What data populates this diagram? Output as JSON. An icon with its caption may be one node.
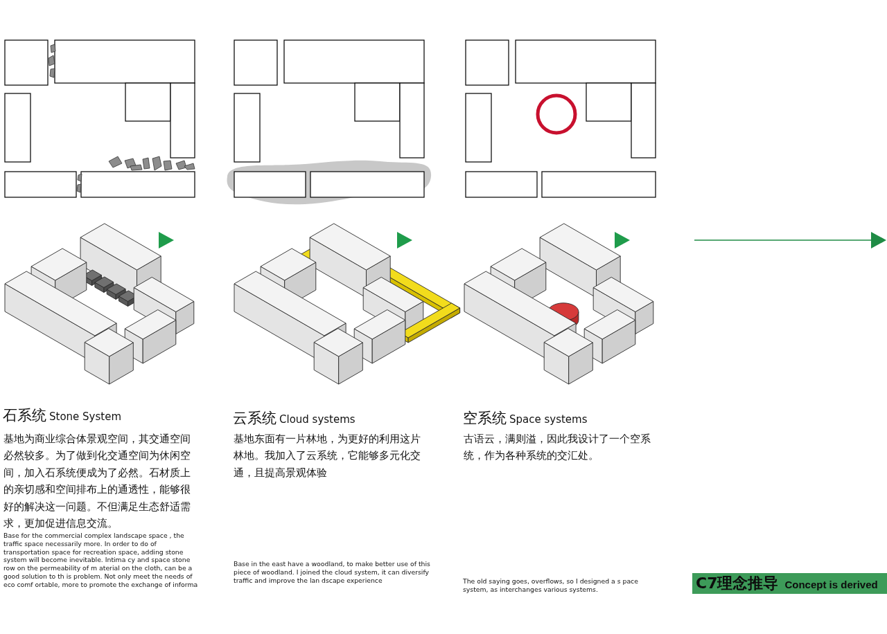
{
  "diagram": {
    "nodes": [
      {
        "text": [
          "C7理念推导",
          "Concept is derived"
        ]
      }
    ],
    "labels": [
      "石系统",
      "Stone System",
      "基地为商业综合体景观空间，其交通空间必然较多。为了做到化交通空间为休闲空间，加入石系统便成为了必然。石材质上的亲切感和空间排布上的通透性，能够很好的解决这一问题。不但满足生态舒适需求，更加促进信息交流。",
      "Base for the commercial complex landscape space , the traffic space necessarily more. In order to do of transportation space for recreation space, adding stone system will become inevitable. Intima cy and space stone row on the permeability of m aterial on the cloth, can be a good solution to th is problem. Not only meet the needs of eco comf ortable, more to promote the exchange of informa",
      "云系统",
      "Cloud systems",
      "基地东面有一片林地，为更好的利用这片林地。我加入了云系统，它能够多元化交通，且提高景观体验",
      "Base in the east have a woodland, to make better use of this piece of woodland. I joined the cloud system, it can diversify traffic and improve the lan dscape experience",
      "空系统",
      "Space systems",
      "古语云，满则溢，因此我设计了一个空系统，作为各种系统的交汇处。",
      "The old saying goes, overflows, so I designed a s pace system, as interchanges various systems."
    ]
  }
}
